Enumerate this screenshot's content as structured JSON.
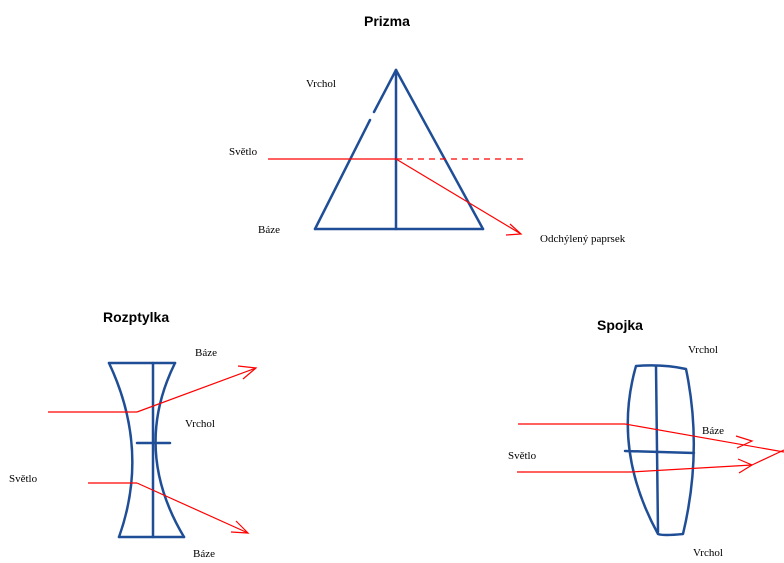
{
  "prism": {
    "title": "Prizma",
    "apex_label": "Vrchol",
    "light_label": "Světlo",
    "base_label": "Báze",
    "deflected_label": "Odchýlený paprsek"
  },
  "diverging": {
    "title": "Rozptylka",
    "base_top_label": "Báze",
    "apex_label": "Vrchol",
    "light_label": "Světlo",
    "base_bottom_label": "Báze"
  },
  "converging": {
    "title": "Spojka",
    "apex_top_label": "Vrchol",
    "base_label": "Báze",
    "light_label": "Světlo",
    "apex_bottom_label": "Vrchol"
  },
  "colors": {
    "lens": "#1f4e96",
    "ray": "#ff0000",
    "text": "#000000"
  }
}
